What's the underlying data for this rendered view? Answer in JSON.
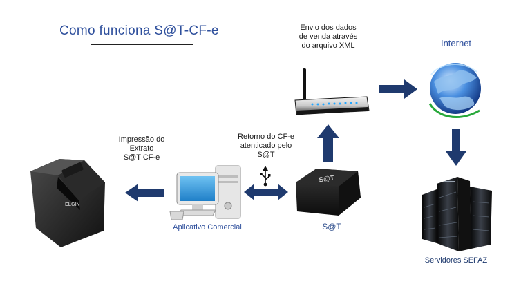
{
  "title": "Como funciona S@T-CF-e",
  "labels": {
    "xml_line1": "Envio dos dados",
    "xml_line2": "de venda através",
    "xml_line3": "do arquivo XML",
    "internet": "Internet",
    "impressao_line1": "Impressão do",
    "impressao_line2": "Extrato",
    "impressao_line3": "S@T CF-e",
    "retorno_line1": "Retorno do CF-e",
    "retorno_line2": "atenticado pelo",
    "retorno_line3": "S@T",
    "aplicativo": "Aplicativo Comercial",
    "sat": "S@T",
    "servidores": "Servidores SEFAZ"
  },
  "device_texts": {
    "sat_box": "S@T",
    "printer_brand": "ELGIN"
  },
  "colors": {
    "arrow": "#1f3a6e",
    "title": "#2e4f9c"
  }
}
